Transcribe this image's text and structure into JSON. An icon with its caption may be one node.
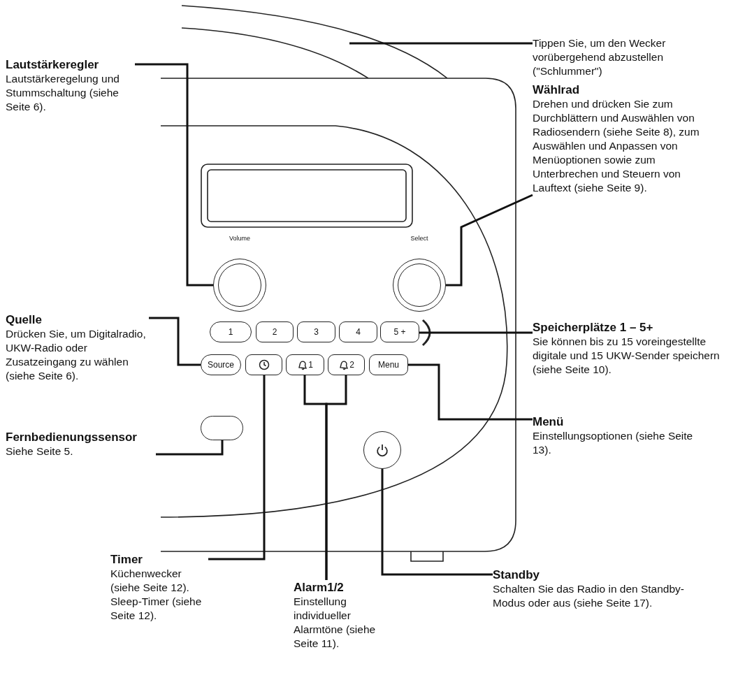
{
  "diagram": {
    "nodes": [
      {
        "text": [],
        "shape": "bar"
      },
      {
        "text": [
          "Tippen Sie, um den Wecker vorübergehend abzustellen (\"Schlummer\")"
        ]
      },
      {
        "text": [
          "Lautstärkeregler",
          "Lautstärkeregelung und Stummschaltung (siehe Seite 6)."
        ]
      },
      {
        "text": [
          "Wählrad",
          "Drehen und drücken Sie zum Durchblättern und Auswählen von Radiosendern (siehe Seite 8), zum Auswählen und Anpassen von Menüoptionen sowie zum Unterbrechen und Steuern von Lauftext (siehe Seite 9)."
        ]
      },
      {
        "text": [],
        "shape": "circle",
        "beside": [
          "Volume"
        ]
      },
      {
        "text": [],
        "shape": "circle",
        "beside": [
          "Select"
        ]
      },
      {
        "text": [
          "Quelle",
          "Drücken Sie, um Digitalradio, UKW-Radio oder Zusatzeingang zu wählen (siehe Seite 6)."
        ]
      },
      {
        "text": [
          "Speicherplätze 1 – 5+",
          "Sie können bis zu 15 voreingestellte digitale und 15 UKW-Sender speichern (siehe Seite 10)."
        ]
      },
      {
        "text": [
          "1"
        ]
      },
      {
        "text": [
          "2"
        ]
      },
      {
        "text": [
          "3"
        ]
      },
      {
        "text": [
          "4"
        ]
      },
      {
        "text": [
          "5 +"
        ]
      },
      {
        "text": [
          "Source"
        ]
      },
      {
        "text": [],
        "shape": "box"
      },
      {
        "text": [
          "1"
        ]
      },
      {
        "text": [
          "2"
        ]
      },
      {
        "text": [
          "Menu"
        ]
      },
      {
        "text": [
          "Menü",
          "Einstellungsoptionen (siehe Seite 13)."
        ]
      },
      {
        "text": [],
        "shape": "box"
      },
      {
        "text": [
          "Fernbedienungssensor",
          "Siehe Seite 5."
        ]
      },
      {
        "text": [],
        "shape": "circle"
      },
      {
        "text": [
          "Timer",
          "Küchenwecker (siehe Seite 12). Sleep-Timer (siehe Seite 12)."
        ]
      },
      {
        "text": [
          "Alarm1/2",
          "Einstellung individueller Alarmtöne (siehe Seite 11)."
        ]
      },
      {
        "text": [
          "Standby",
          "Schalten Sie das Radio in den Standby-Modus oder aus (siehe Seite 17)."
        ]
      }
    ],
    "edges": [
      {
        "from": 1,
        "to": 0,
        "arrow": "none"
      },
      {
        "from": 2,
        "to": 4,
        "arrow": "none"
      },
      {
        "from": 3,
        "to": 5,
        "arrow": "none"
      },
      {
        "from": 6,
        "to": 13,
        "arrow": "none"
      },
      {
        "from": 7,
        "to": 12,
        "arrow": "none"
      },
      {
        "from": 18,
        "to": 17,
        "arrow": "none"
      },
      {
        "from": 20,
        "to": 19,
        "arrow": "none"
      },
      {
        "from": 22,
        "to": 14,
        "arrow": "none"
      },
      {
        "from": 23,
        "to": 15,
        "arrow": "none"
      },
      {
        "from": 23,
        "to": 16,
        "arrow": "none"
      },
      {
        "from": 24,
        "to": 21,
        "arrow": "none"
      }
    ]
  }
}
